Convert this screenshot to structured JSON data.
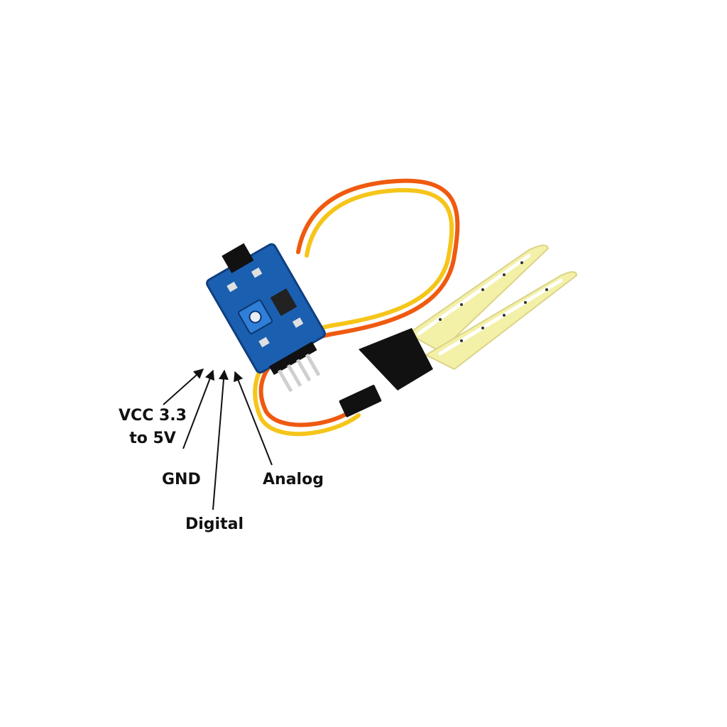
{
  "labels": {
    "vcc_line1": "VCC 3.3",
    "vcc_line2": "to 5V",
    "gnd": "GND",
    "digital": "Digital",
    "analog": "Analog"
  },
  "colors": {
    "background": "#ffffff",
    "board": "#1b5fb0",
    "board_dark": "#0f3f80",
    "potentiometer": "#2f7fd8",
    "wire_orange": "#ef5a10",
    "wire_yellow": "#f6c51a",
    "probe": "#f3f0a8",
    "probe_trace": "#ffffff",
    "connector": "#111111",
    "arrow": "#111111",
    "text": "#111111"
  }
}
